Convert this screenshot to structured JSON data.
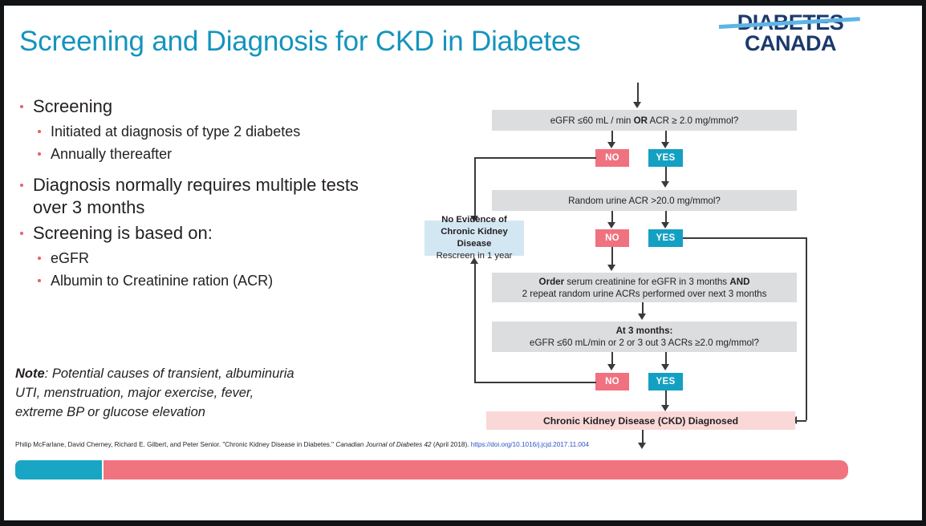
{
  "slide": {
    "title": "Screening and Diagnosis for CKD in Diabetes",
    "title_color": "#1494bd",
    "accent_red": "#e8616f",
    "accent_cyan": "#19a5c4"
  },
  "logo": {
    "line1": "DIABETES",
    "line2": "CANADA",
    "navy": "#1b3a6b",
    "strike_color": "#5eb4e5"
  },
  "bullets": {
    "l1_a": "Screening",
    "l2_a1": "Initiated at diagnosis of type 2 diabetes",
    "l2_a2": "Annually thereafter",
    "l1_b": "Diagnosis normally requires multiple tests over 3 months",
    "l1_c": "Screening is based on:",
    "l2_c1": "eGFR",
    "l2_c2": "Albumin to Creatinine ration (ACR)"
  },
  "note": {
    "label": "Note",
    "line1": ": Potential causes of transient, albuminuria",
    "line2": "UTI, menstruation, major exercise, fever,",
    "line3": "extreme BP or glucose elevation"
  },
  "citation": {
    "authors": "Philip McFarlane, David Cherney, Richard E. Gilbert, and Peter Senior. \"Chronic Kidney Disease in Diabetes.\" ",
    "journal": "Canadian Journal of Diabetes 42",
    "date": " (April 2018). ",
    "doi": "https://doi.org/10.1016/j.jcjd.2017.11.004"
  },
  "flow": {
    "q1": "eGFR ≤60 mL / min ",
    "q1_bold": "OR",
    "q1_tail": " ACR ≥ 2.0 mg/mmol?",
    "q2": "Random urine ACR >20.0 mg/mmol?",
    "action_bold": "Order",
    "action_rest": " serum creatinine for eGFR in 3 months ",
    "action_bold2": "AND",
    "action_line2": "2 repeat random urine ACRs performed over next 3 months",
    "q3_title": "At 3 months:",
    "q3_body": "eGFR ≤60 mL/min or 2 or 3 out 3 ACRs ≥2.0 mg/mmol?",
    "no_evidence_l1": "No Evidence of",
    "no_evidence_l2": "Chronic Kidney Disease",
    "no_evidence_l3": "Rescreen in 1 year",
    "diagnosed": "Chronic Kidney Disease (CKD) Diagnosed",
    "no_label": "NO",
    "yes_label": "YES",
    "color_no": "#f0717f",
    "color_yes": "#14a0c2",
    "color_gray": "#dcdddf",
    "color_blue": "#d3e7f2",
    "color_pink": "#fad8d8"
  },
  "bottom_bar": {
    "segment_left_color": "#19a5c4",
    "segment_right_color": "#ef7480"
  }
}
